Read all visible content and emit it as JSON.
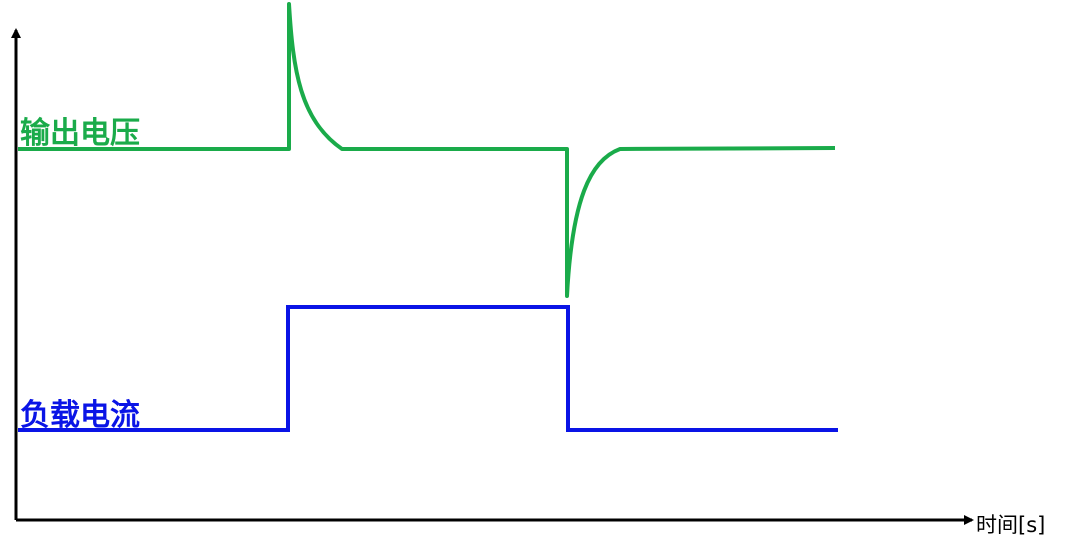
{
  "axis": {
    "x_label": "时间[s]",
    "color": "#000000"
  },
  "series": {
    "voltage": {
      "label": "输出电压",
      "color": "#1aab4a"
    },
    "current": {
      "label": "负载电流",
      "color": "#0a14e6"
    }
  }
}
